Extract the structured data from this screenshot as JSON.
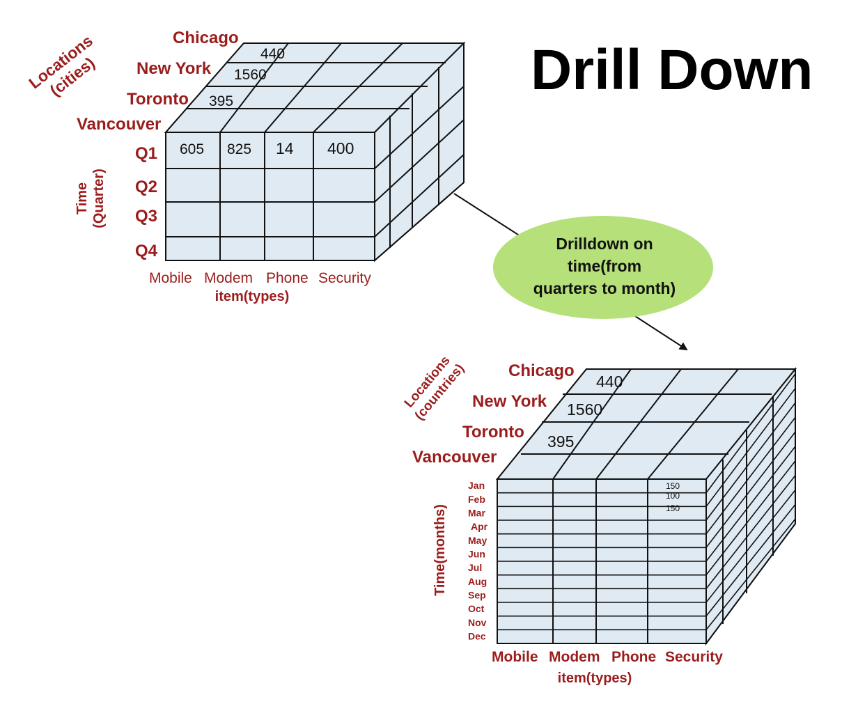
{
  "title": "Drill Down",
  "cube1": {
    "locations_axis_label": [
      "Locations",
      "(cities)"
    ],
    "time_axis_label": [
      "Time",
      "(Quarter)"
    ],
    "cities": [
      "Chicago",
      "New York",
      "Toronto",
      "Vancouver"
    ],
    "periods": [
      "Q1",
      "Q2",
      "Q3",
      "Q4"
    ],
    "items": [
      "Mobile",
      "Modem",
      "Phone",
      "Security"
    ],
    "item_axis_label": "item(types)",
    "q1_vancouver_values": [
      "605",
      "825",
      "14",
      "400"
    ],
    "top_values": {
      "chicago": "440",
      "new_york": "1560",
      "toronto": "395"
    }
  },
  "operation": [
    "Drilldown on",
    "time(from",
    "quarters to month)"
  ],
  "cube2": {
    "locations_axis_label": [
      "Locations",
      "(countries)"
    ],
    "time_axis_label": "Time(months)",
    "cities": [
      "Chicago",
      "New York",
      "Toronto",
      "Vancouver"
    ],
    "periods": [
      "Jan",
      "Feb",
      "Mar",
      "Apr",
      "May",
      "Jun",
      "Jul",
      "Aug",
      "Sep",
      "Oct",
      "Nov",
      "Dec"
    ],
    "items": [
      "Mobile",
      "Modem",
      "Phone",
      "Security"
    ],
    "item_axis_label": "item(types)",
    "security_values": [
      "150",
      "100",
      "150"
    ],
    "top_values": {
      "chicago": "440",
      "new_york": "1560",
      "toronto": "395"
    }
  },
  "colors": {
    "label": "#9b1c1c",
    "face": "#dfeaf2",
    "bubble": "#b5e07a"
  }
}
